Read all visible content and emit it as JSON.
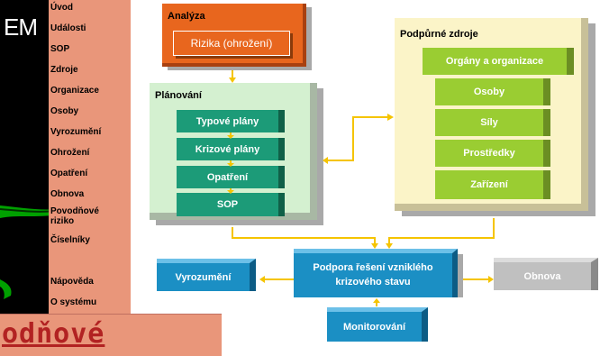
{
  "logo_text": "EM",
  "menu": {
    "items": [
      "Úvod",
      "Události",
      "SOP",
      "Zdroje",
      "Organizace",
      "Osoby",
      "Vyrozumění",
      "Ohrožení",
      "Opatření",
      "Obnova",
      "Povodňové riziko",
      "Číselníky",
      "Nápověda",
      "O systému"
    ]
  },
  "banner_text": "odňové",
  "diagram": {
    "analyza": {
      "title": "Analýza",
      "item": "Rizika (ohrožení)"
    },
    "planovani": {
      "title": "Plánování",
      "items": [
        "Typové plány",
        "Krizové plány",
        "Opatření",
        "SOP"
      ]
    },
    "podpurne": {
      "title": "Podpůrné zdroje",
      "items": [
        "Orgány a organizace",
        "Osoby",
        "Síly",
        "Prostředky",
        "Zařízení"
      ]
    },
    "podpora": "Podpora řešení vzniklého krizového stavu",
    "vyrozumeni": "Vyrozumění",
    "obnova": "Obnova",
    "monitorovani": "Monitorování"
  },
  "colors": {
    "menu_bg": "#e9967a",
    "analyza": "#e8661e",
    "planovani_bg": "#d4f0d0",
    "planovani_item": "#1c9b78",
    "podpurne_bg": "#fbf4c8",
    "podpurne_item": "#9acd32",
    "blue": "#1b8fc4",
    "grey": "#c0c0c0",
    "arrow": "#f5c400",
    "banner_text": "#b22222"
  }
}
